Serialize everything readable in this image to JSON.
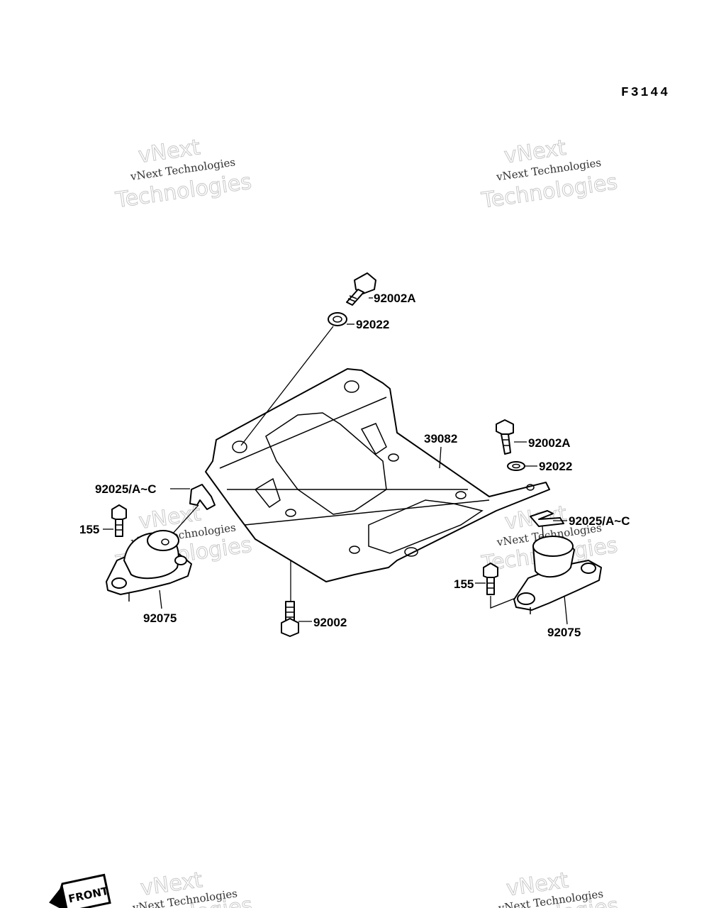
{
  "figure_code": "F3144",
  "watermark": {
    "line1": "vNext Technologies",
    "line2": "vNext",
    "line3": "Technologies"
  },
  "front_mark": "FRONT",
  "callouts": {
    "bolt_top": "92002A",
    "washer_top": "92022",
    "guard": "39082",
    "bolt_right": "92002A",
    "washer_right": "92022",
    "shim_left": "92025/A~C",
    "shim_right": "92025/A~C",
    "bolt_155_left": "155",
    "bolt_155_right": "155",
    "mount_left": "92075",
    "mount_right": "92075",
    "bolt_bottom": "92002"
  }
}
